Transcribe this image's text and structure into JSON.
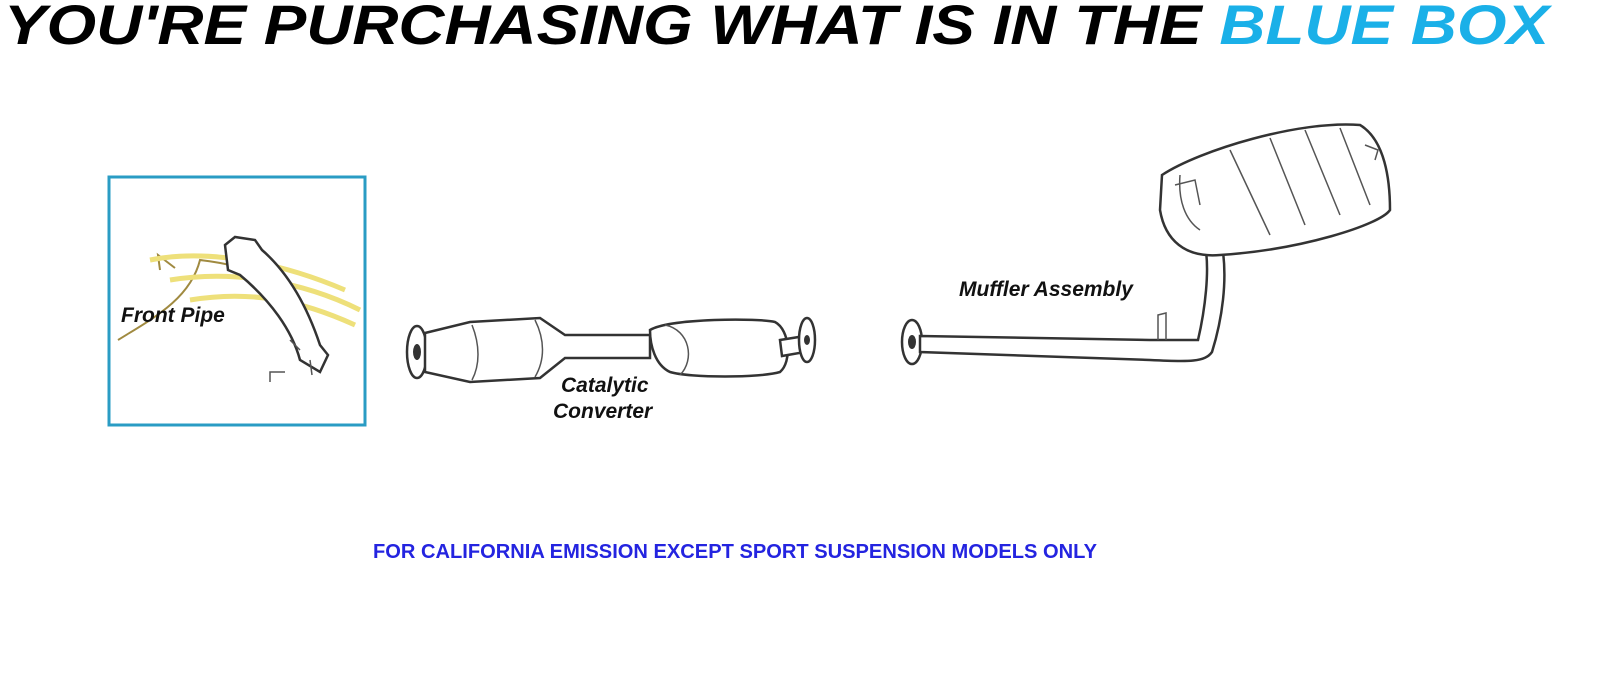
{
  "header": {
    "title_prefix": "YOU'RE PURCHASING WHAT IS IN THE ",
    "title_highlight": "BLUE BOX"
  },
  "parts": {
    "front_pipe": "Front Pipe",
    "catalytic_line1": "Catalytic",
    "catalytic_line2": "Converter",
    "muffler": "Muffler Assembly"
  },
  "footer_note": "FOR CALIFORNIA EMISSION EXCEPT SPORT SUSPENSION MODELS ONLY",
  "colors": {
    "highlight": "#1ab0e8",
    "box_border": "#2a9cc4",
    "note": "#2424e0"
  }
}
